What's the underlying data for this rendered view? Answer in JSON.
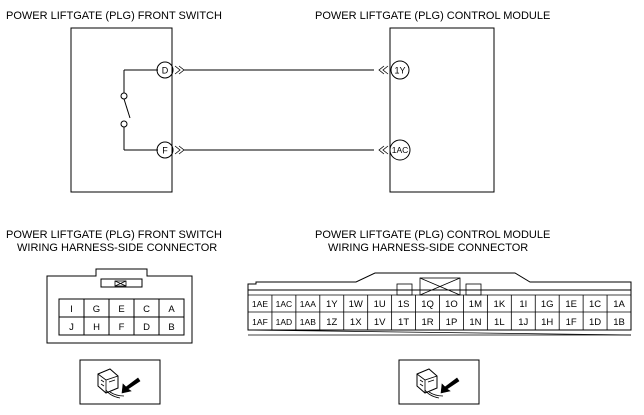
{
  "titles": {
    "switch": "POWER LIFTGATE (PLG) FRONT SWITCH",
    "module": "POWER LIFTGATE (PLG) CONTROL MODULE",
    "switch_connector_line1": "POWER LIFTGATE (PLG) FRONT SWITCH",
    "switch_connector_line2": "WIRING HARNESS-SIDE CONNECTOR",
    "module_connector_line1": "POWER LIFTGATE (PLG) CONTROL MODULE",
    "module_connector_line2": "WIRING HARNESS-SIDE CONNECTOR"
  },
  "pins": {
    "switch_top": "D",
    "switch_bottom": "F",
    "module_top": "1Y",
    "module_bottom": "1AC"
  },
  "switch_connector": {
    "top_row": [
      "I",
      "G",
      "E",
      "C",
      "A"
    ],
    "bottom_row": [
      "J",
      "H",
      "F",
      "D",
      "B"
    ]
  },
  "module_connector": {
    "top_row": [
      "1AE",
      "1AC",
      "1AA",
      "1Y",
      "1W",
      "1U",
      "1S",
      "1Q",
      "1O",
      "1M",
      "1K",
      "1I",
      "1G",
      "1E",
      "1C",
      "1A"
    ],
    "bottom_row": [
      "1AF",
      "1AD",
      "1AB",
      "1Z",
      "1X",
      "1V",
      "1T",
      "1R",
      "1P",
      "1N",
      "1L",
      "1J",
      "1H",
      "1F",
      "1D",
      "1B"
    ]
  },
  "icons": [
    "connector-view-icon",
    "connector-view-icon"
  ]
}
